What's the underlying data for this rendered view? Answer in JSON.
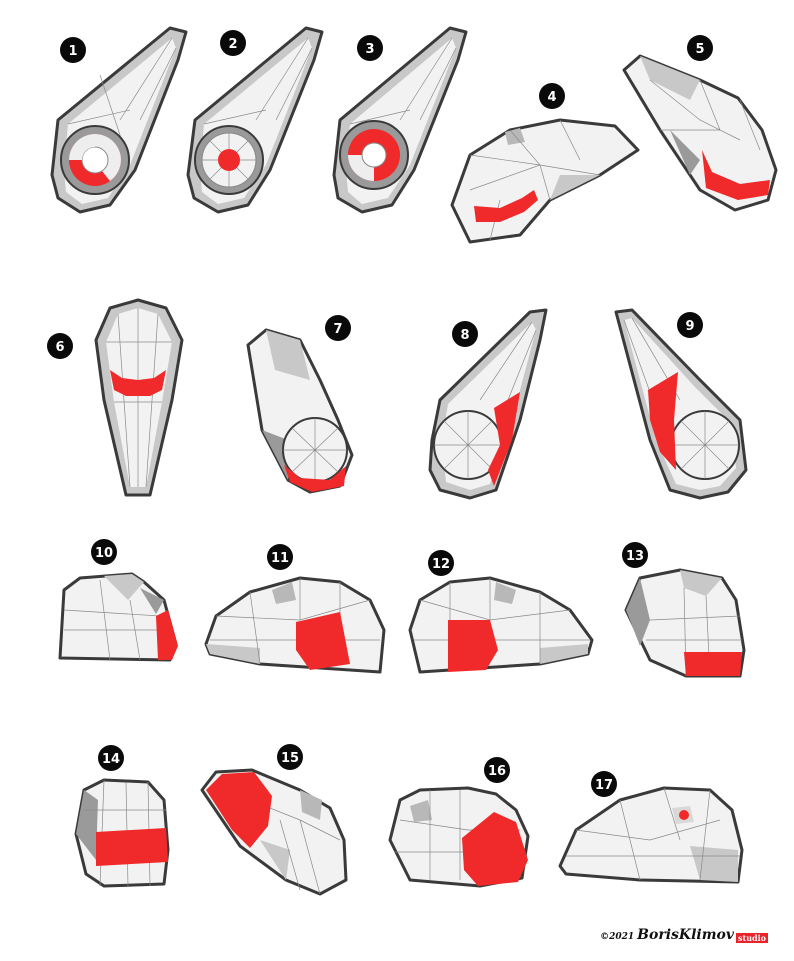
{
  "colors": {
    "highlight": "#f02a2a",
    "outline": "#3a3a3a",
    "shade": "#c8c8c8",
    "dark_shade": "#9a9a9a",
    "light": "#f2f2f2",
    "badge": "#0a0a0a"
  },
  "views": [
    {
      "number": "1"
    },
    {
      "number": "2"
    },
    {
      "number": "3"
    },
    {
      "number": "4"
    },
    {
      "number": "5"
    },
    {
      "number": "6"
    },
    {
      "number": "7"
    },
    {
      "number": "8"
    },
    {
      "number": "9"
    },
    {
      "number": "10"
    },
    {
      "number": "11"
    },
    {
      "number": "12"
    },
    {
      "number": "13"
    },
    {
      "number": "14"
    },
    {
      "number": "15"
    },
    {
      "number": "16"
    },
    {
      "number": "17"
    }
  ],
  "credit": {
    "year": "©2021",
    "name": "BorisKlimov",
    "studio": "studio"
  }
}
